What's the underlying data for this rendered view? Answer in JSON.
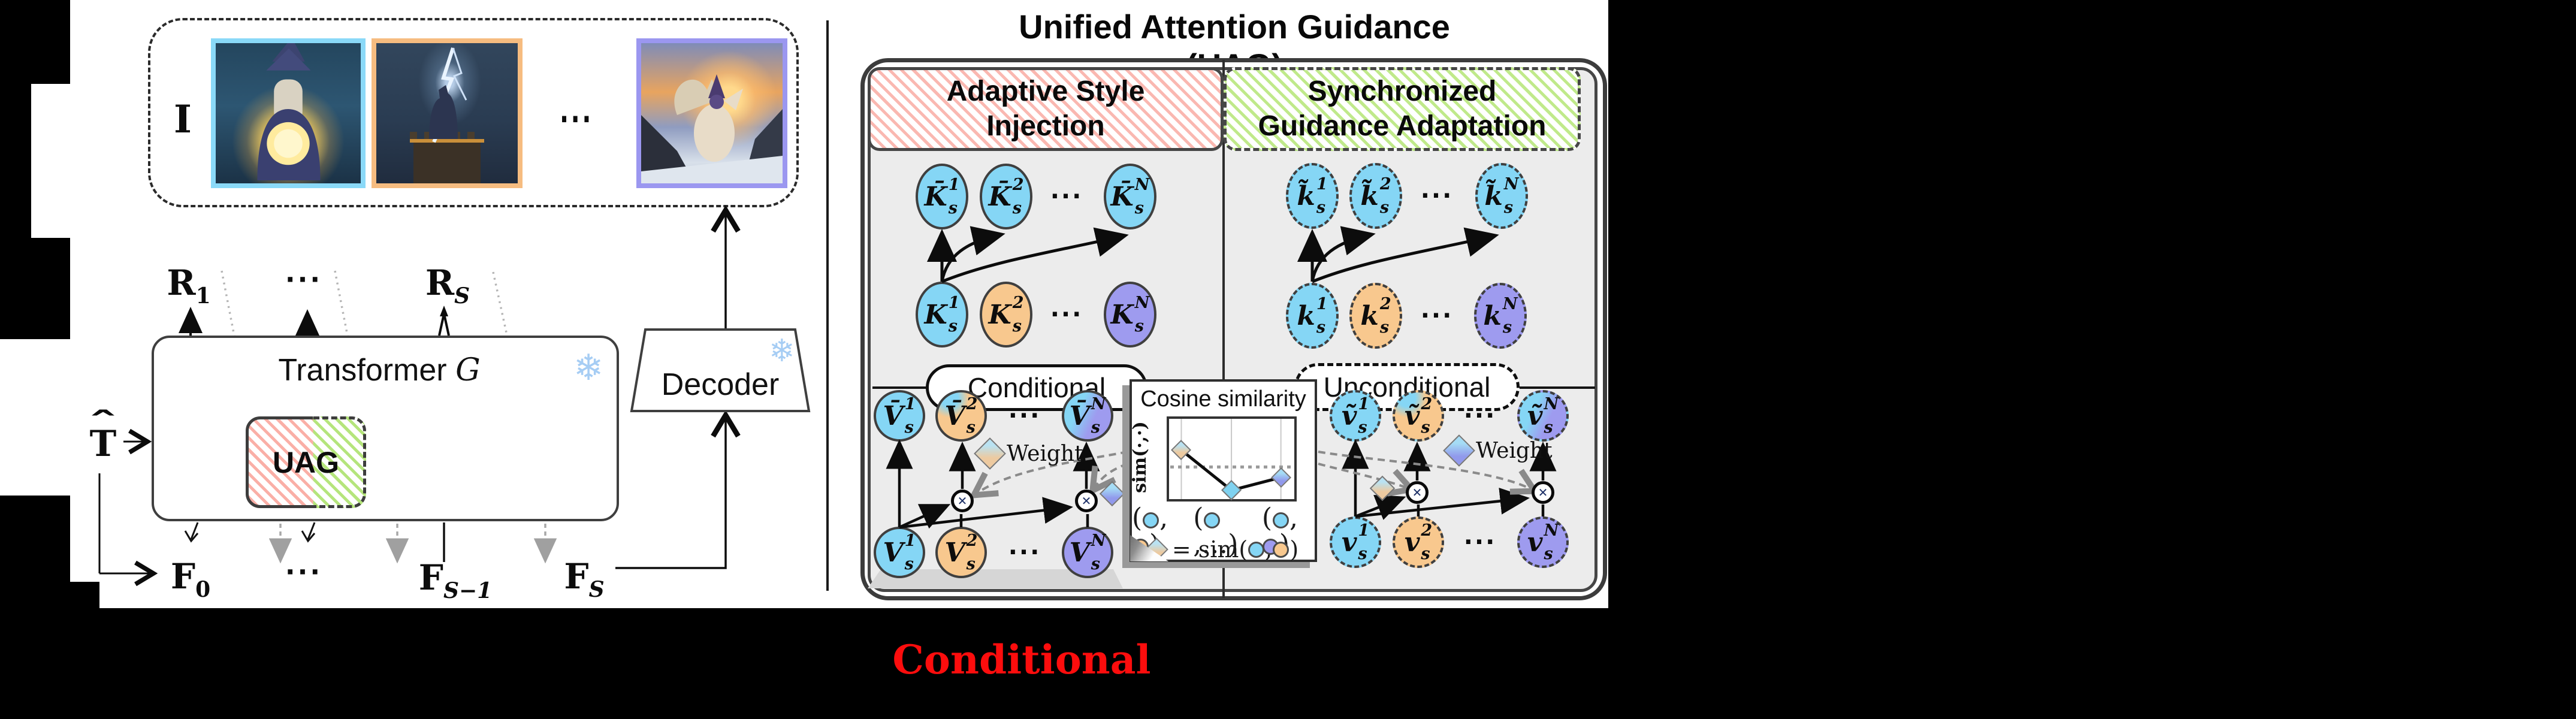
{
  "ui": {
    "ellipsis": "···",
    "otimes": "✕",
    "snowflake": "❄"
  },
  "colors": {
    "cyan": "#85d6f5",
    "orange": "#f8c88e",
    "purple": "#9e9bef",
    "panel_bg": "#ececec",
    "hatch_pink": "#f9aba3",
    "hatch_green": "#b9e77e",
    "snowflake_blue": "#a6cdf4",
    "caption_red": "#fc0d0d",
    "border_dark": "#3f3f3f"
  },
  "left_diagram": {
    "image_set_label": "I",
    "images": [
      {
        "name": "wizard-orb-image",
        "border": "#8ad9f8",
        "desc": "wizard holding glowing orb"
      },
      {
        "name": "wizard-lightning-image",
        "border": "#f6bc80",
        "desc": "wizard with staff and lightning on a tower"
      },
      {
        "name": "wizard-griffin-image",
        "border": "#9b97f0",
        "desc": "wizard riding a griffin at sunset"
      }
    ],
    "outputs": {
      "r1_base": "R",
      "r1_sub": "1",
      "rs_base": "R",
      "rs_sub": "S"
    },
    "transformer": {
      "name": "Transformer",
      "operator": "G",
      "uag_label": "UAG"
    },
    "decoder_label": "Decoder",
    "t_hat": {
      "base": "T",
      "hat": "ˆ"
    },
    "inputs": {
      "f0_base": "F",
      "f0_sub": "0",
      "fs1_base": "F",
      "fs1_sub": "S−1",
      "fs_base": "F",
      "fs_sub": "S"
    }
  },
  "right_panel": {
    "title": "Unified Attention Guidance (UAG)",
    "asi": {
      "header_line1": "Adaptive Style",
      "header_line2": "Injection",
      "pill": "Conditional",
      "weight_label": "Weight",
      "k_top": [
        {
          "b": "K̄",
          "p": "1",
          "q": "s",
          "fill": "cyan"
        },
        {
          "b": "K̄",
          "p": "2",
          "q": "s",
          "fill": "cyan"
        },
        {
          "b": "K̄",
          "p": "N",
          "q": "s",
          "fill": "cyan"
        }
      ],
      "k_bottom": [
        {
          "b": "K",
          "p": "1",
          "q": "s",
          "fill": "cyan"
        },
        {
          "b": "K",
          "p": "2",
          "q": "s",
          "fill": "orange"
        },
        {
          "b": "K",
          "p": "N",
          "q": "s",
          "fill": "purple"
        }
      ],
      "v_top": [
        {
          "b": "V̄",
          "p": "1",
          "q": "s",
          "fill": "cyan"
        },
        {
          "b": "V̄",
          "p": "2",
          "q": "s",
          "fill": "mix-oc"
        },
        {
          "b": "V̄",
          "p": "N",
          "q": "s",
          "fill": "mix-cp"
        }
      ],
      "v_bottom": [
        {
          "b": "V",
          "p": "1",
          "q": "s",
          "fill": "cyan"
        },
        {
          "b": "V",
          "p": "2",
          "q": "s",
          "fill": "orange"
        },
        {
          "b": "V",
          "p": "N",
          "q": "s",
          "fill": "purple"
        }
      ]
    },
    "sga": {
      "header_line1": "Synchronized",
      "header_line2": "Guidance Adaptation",
      "pill": "Unconditional",
      "weight_label": "Weight",
      "k_top": [
        {
          "b": "k̃",
          "p": "1",
          "q": "s",
          "fill": "cyan"
        },
        {
          "b": "k̃",
          "p": "2",
          "q": "s",
          "fill": "cyan"
        },
        {
          "b": "k̃",
          "p": "N",
          "q": "s",
          "fill": "cyan"
        }
      ],
      "k_bottom": [
        {
          "b": "k",
          "p": "1",
          "q": "s",
          "fill": "cyan"
        },
        {
          "b": "k",
          "p": "2",
          "q": "s",
          "fill": "orange"
        },
        {
          "b": "k",
          "p": "N",
          "q": "s",
          "fill": "purple"
        }
      ],
      "v_top": [
        {
          "b": "ṽ",
          "p": "1",
          "q": "s",
          "fill": "cyan"
        },
        {
          "b": "ṽ",
          "p": "2",
          "q": "s",
          "fill": "mix-oc"
        },
        {
          "b": "ṽ",
          "p": "N",
          "q": "s",
          "fill": "mix-cp"
        }
      ],
      "v_bottom": [
        {
          "b": "v",
          "p": "1",
          "q": "s",
          "fill": "cyan"
        },
        {
          "b": "v",
          "p": "2",
          "q": "s",
          "fill": "orange"
        },
        {
          "b": "v",
          "p": "N",
          "q": "s",
          "fill": "purple"
        }
      ]
    },
    "cosine": {
      "title": "Cosine similarity",
      "ylabel": "sim(·,·)",
      "chart": {
        "type": "line",
        "points": [
          {
            "x": 0.098,
            "y": 0.39,
            "fill": "g-beige",
            "pair": [
              "cyan",
              "orange"
            ]
          },
          {
            "x": 0.498,
            "y": 0.89,
            "fill": "g-cyan",
            "pair": [
              "cyan",
              "…"
            ]
          },
          {
            "x": 0.893,
            "y": 0.73,
            "fill": "g-blue",
            "pair": [
              "cyan",
              "purple"
            ]
          }
        ],
        "threshold_y": 0.6
      },
      "pairs": [
        [
          "cyan",
          "orange"
        ],
        [
          "cyan",
          "…"
        ],
        [
          "cyan",
          "purple"
        ]
      ],
      "legend": {
        "eq": "= sim(",
        "comma": ",",
        "close": ")",
        "left": "cyan",
        "right": "orange"
      }
    }
  },
  "caption": {
    "text": "Conditional"
  }
}
